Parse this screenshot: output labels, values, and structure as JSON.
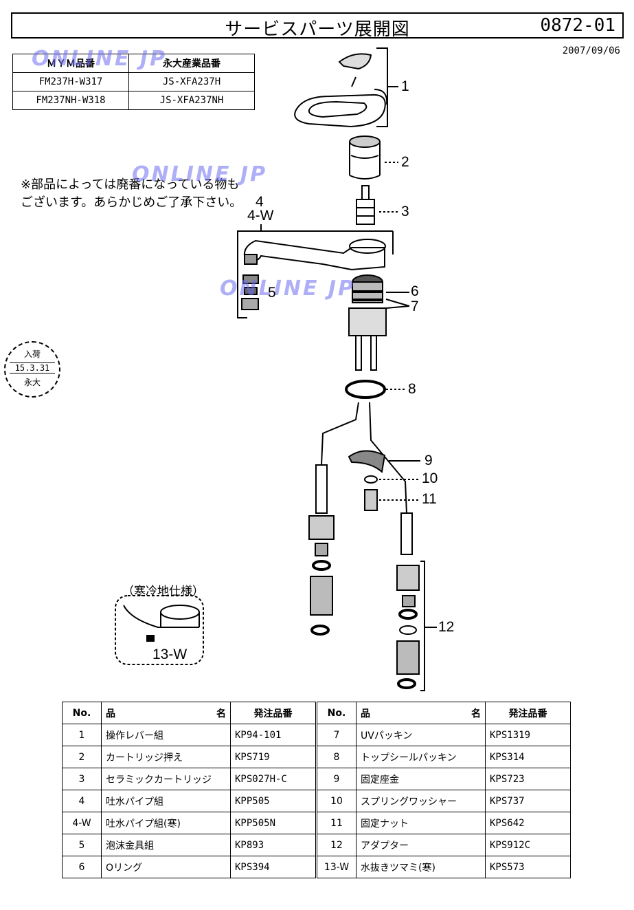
{
  "header": {
    "title": "サービスパーツ展開図",
    "doc_no": "0872-01",
    "date": "2007/09/06"
  },
  "model_table": {
    "headers": [
      "ＭＹＭ品番",
      "永大産業品番"
    ],
    "rows": [
      [
        "FM237H-W317",
        "JS-XFA237H"
      ],
      [
        "FM237NH-W318",
        "JS-XFA237NH"
      ]
    ]
  },
  "watermark": "ONLINE JP",
  "note": {
    "line1": "※部品によっては廃番になっている物も",
    "line2": "ございます。あらかじめご了承下さい。"
  },
  "stamp": {
    "top": "入荷",
    "mid": "15.3.31",
    "bottom": "永大"
  },
  "callouts": {
    "c1": "1",
    "c2": "2",
    "c3": "3",
    "c4": "4",
    "c4w": "4-W",
    "c5": "5",
    "c6": "6",
    "c7": "7",
    "c8": "8",
    "c9": "9",
    "c10": "10",
    "c11": "11",
    "c12": "12",
    "c13w": "13-W"
  },
  "variant_label": "（寒冷地仕様）",
  "parts_table": {
    "headers": {
      "no": "No.",
      "name_left": "品",
      "name_right": "名",
      "code": "発注品番"
    },
    "left": [
      {
        "no": "1",
        "name": "操作レバー組",
        "code": "KP94-101"
      },
      {
        "no": "2",
        "name": "カートリッジ押え",
        "code": "KPS719"
      },
      {
        "no": "3",
        "name": "セラミックカートリッジ",
        "code": "KPS027H-C"
      },
      {
        "no": "4",
        "name": "吐水パイプ組",
        "code": "KPP505"
      },
      {
        "no": "4-W",
        "name": "吐水パイプ組(寒)",
        "code": "KPP505N"
      },
      {
        "no": "5",
        "name": "泡沫金具組",
        "code": "KP893"
      },
      {
        "no": "6",
        "name": "Oリング",
        "code": "KPS394"
      }
    ],
    "right": [
      {
        "no": "7",
        "name": "UVパッキン",
        "code": "KPS1319"
      },
      {
        "no": "8",
        "name": "トップシールパッキン",
        "code": "KPS314"
      },
      {
        "no": "9",
        "name": "固定座金",
        "code": "KPS723"
      },
      {
        "no": "10",
        "name": "スプリングワッシャー",
        "code": "KPS737"
      },
      {
        "no": "11",
        "name": "固定ナット",
        "code": "KPS642"
      },
      {
        "no": "12",
        "name": "アダプター",
        "code": "KPS912C"
      },
      {
        "no": "13-W",
        "name": "水抜きツマミ(寒)",
        "code": "KPS573"
      }
    ]
  }
}
